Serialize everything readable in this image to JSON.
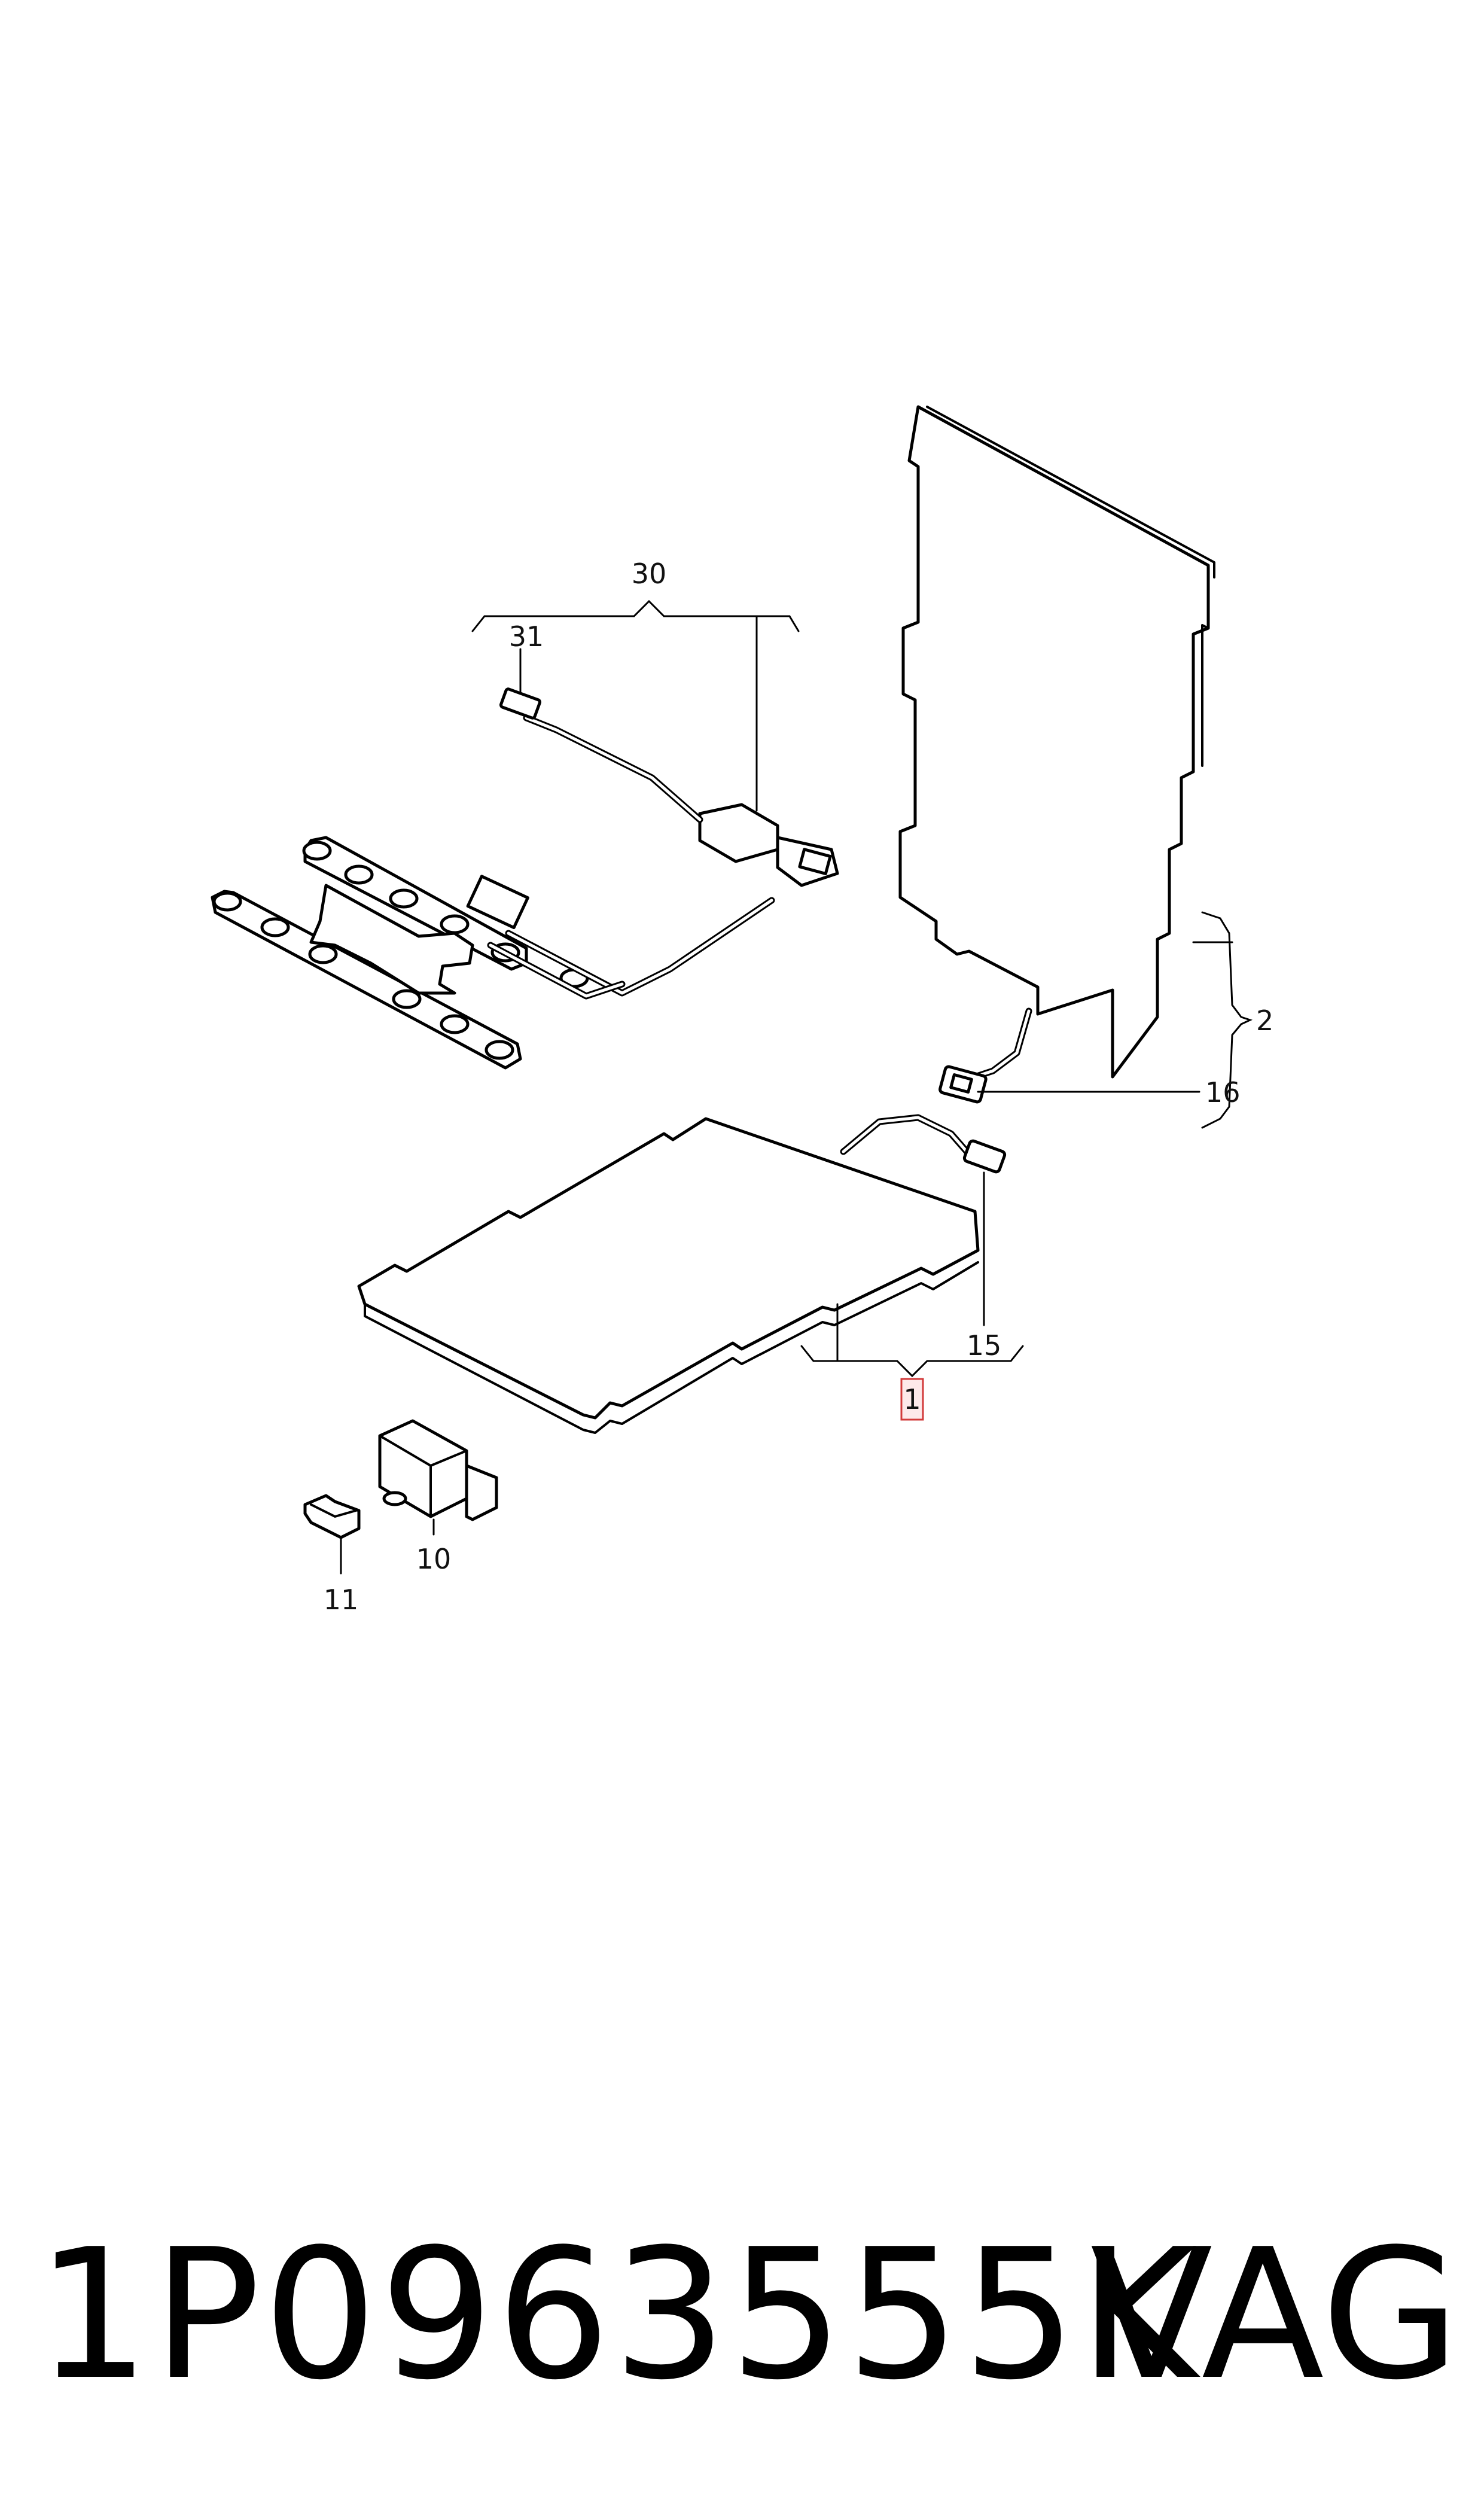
{
  "diagram": {
    "callouts": {
      "c1": "1",
      "c2": "2",
      "c10": "10",
      "c11": "11",
      "c15": "15",
      "c16": "16",
      "c30": "30",
      "c31": "31"
    },
    "highlighted_callout": "1"
  },
  "footer": {
    "part_number": "1P0963555K",
    "brand": "VAG"
  }
}
